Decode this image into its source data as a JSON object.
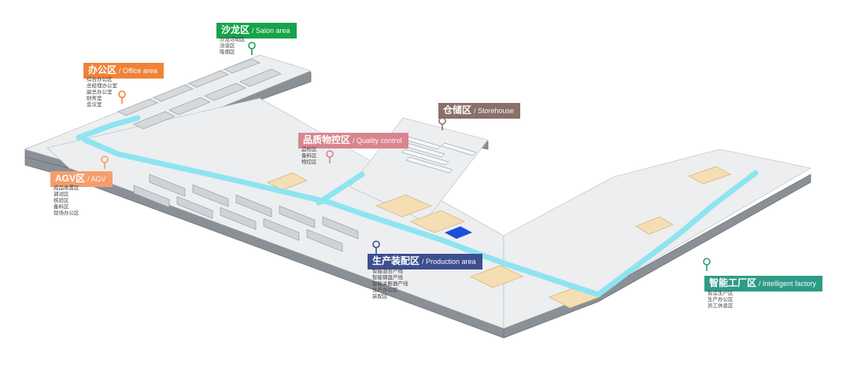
{
  "colors": {
    "salon": "#16a34a",
    "office": "#f0833a",
    "agv": "#f59e6c",
    "storehouse": "#8a6f6a",
    "quality": "#d9848f",
    "production": "#3d4f8f",
    "factory": "#2f9b86",
    "corridor": "#8ee4f0",
    "wall": "#9aa0a6",
    "floor": "#eef0f2"
  },
  "zones": {
    "salon": {
      "cn": "沙龙区",
      "en": "/ Salon area",
      "items": [
        "沙龙活动区",
        "洽谈区",
        "吸烟区"
      ],
      "icon": "map-pin-icon"
    },
    "office": {
      "cn": "办公区",
      "en": "/ Office area",
      "items": [
        "综合办公区",
        "总经理办公室",
        "副总办公室",
        "财务室",
        "会议室"
      ],
      "icon": "map-pin-icon"
    },
    "agv": {
      "cn": "AGV区",
      "en": "/ AGV",
      "items": [
        "成品收置区",
        "调试区",
        "核验区",
        "备料区",
        "现场办公区"
      ],
      "icon": "map-pin-icon"
    },
    "storehouse": {
      "cn": "仓储区",
      "en": "/ Storehouse",
      "items": [],
      "icon": "map-pin-icon"
    },
    "quality": {
      "cn": "品质物控区",
      "en": "/ Quality control",
      "items": [
        "品检区",
        "备料区",
        "物控区"
      ],
      "icon": "map-pin-icon"
    },
    "production": {
      "cn": "生产装配区",
      "en": "/ Production area",
      "items": [
        "智能混合产线",
        "智能钢盘产线",
        "智能关断器产线",
        "生产办公区",
        "装配区"
      ],
      "icon": "map-pin-icon"
    },
    "factory": {
      "cn": "智能工厂区",
      "en": "/ Intelligent factory",
      "items": [
        "智造生产区",
        "生产办公区",
        "员工休息区"
      ],
      "icon": "map-pin-icon"
    }
  }
}
